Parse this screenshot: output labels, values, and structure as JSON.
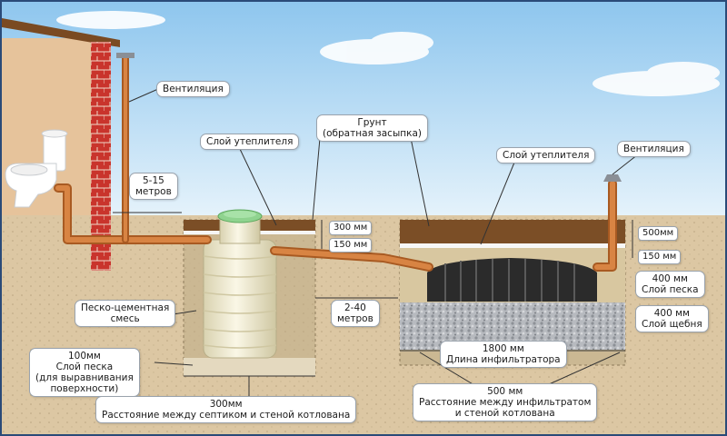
{
  "labels": {
    "ventilation_left": "Вентиляция",
    "insulation_left": "Слой утеплителя",
    "ground_line1": "Грунт",
    "ground_line2": "(обратная засыпка)",
    "distance_house_line1": "5-15",
    "distance_house_line2": "метров",
    "insulation_right": "Слой утеплителя",
    "ventilation_right": "Вентиляция",
    "dim_300mm": "300 мм",
    "dim_150mm_left": "150 мм",
    "dim_500mm": "500мм",
    "dim_150mm_right": "150 мм",
    "sand_right_line1": "400 мм",
    "sand_right_line2": "Слой песка",
    "gravel_line1": "400 мм",
    "gravel_line2": "Слой щебня",
    "sand_cement_line1": "Песко-цементная",
    "sand_cement_line2": "смесь",
    "distance_pipe_line1": "2-40",
    "distance_pipe_line2": "метров",
    "sand_base_line1": "100мм",
    "sand_base_line2": "Слой песка",
    "sand_base_line3": "(для выравнивания",
    "sand_base_line4": "поверхности)",
    "infiltrator_length_line1": "1800 мм",
    "infiltrator_length_line2": "Длина инфильтратора",
    "septic_gap_line1": "300мм",
    "septic_gap_line2": "Расстояние между септиком и стеной котлована",
    "infiltrator_gap_line1": "500 мм",
    "infiltrator_gap_line2": "Расстояние между инфильтратом",
    "infiltrator_gap_line3": "и стеной котлована"
  },
  "colors": {
    "sky": "#bfe0f6",
    "soil": "#dcc7a3",
    "backfill": "#8a5a2e",
    "pipe": "#c7712e",
    "septic_tank": "#f1ecd0",
    "tank_lid": "#8fd38f",
    "infiltrator": "#2b2b2b",
    "gravel": "#b9bcc0",
    "brick": "#c9342c",
    "house_wall": "#e6c39b"
  },
  "icons": [
    "toilet-icon",
    "septic-tank-icon",
    "infiltrator-icon"
  ]
}
